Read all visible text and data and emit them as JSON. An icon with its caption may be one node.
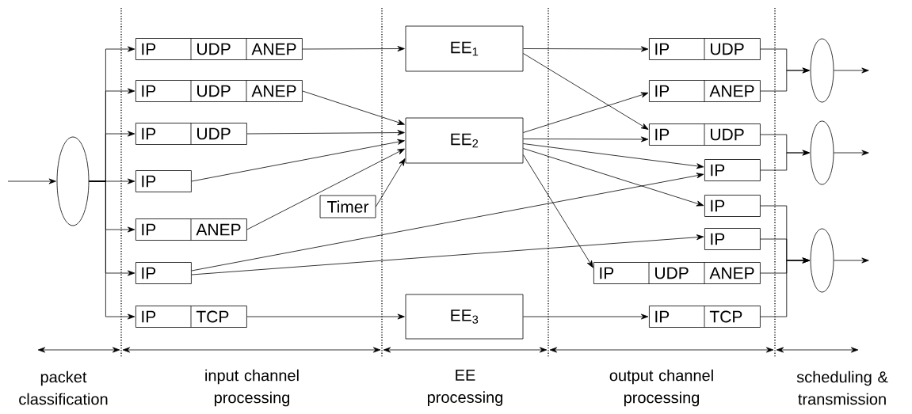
{
  "diagram": {
    "nodes": [
      {
        "text": [],
        "shape": "ellipse"
      },
      {
        "text": [
          "IP",
          "UDP",
          "ANEP"
        ]
      },
      {
        "text": [
          "IP",
          "UDP",
          "ANEP"
        ]
      },
      {
        "text": [
          "IP",
          "UDP"
        ]
      },
      {
        "text": [
          "IP"
        ]
      },
      {
        "text": [
          "IP",
          "ANEP"
        ]
      },
      {
        "text": [
          "IP"
        ]
      },
      {
        "text": [
          "IP",
          "TCP"
        ]
      },
      {
        "text": [
          "Timer"
        ]
      },
      {
        "text": [
          "EE$_{1}$"
        ]
      },
      {
        "text": [
          "EE$_{2}$"
        ]
      },
      {
        "text": [
          "EE$_{3}$"
        ]
      },
      {
        "text": [
          "IP",
          "UDP"
        ]
      },
      {
        "text": [
          "IP",
          "ANEP"
        ]
      },
      {
        "text": [
          "IP",
          "UDP"
        ]
      },
      {
        "text": [
          "IP"
        ]
      },
      {
        "text": [
          "IP"
        ]
      },
      {
        "text": [
          "IP"
        ]
      },
      {
        "text": [
          "IP",
          "UDP",
          "ANEP"
        ]
      },
      {
        "text": [
          "IP",
          "TCP"
        ]
      },
      {
        "text": [],
        "shape": "ellipse"
      },
      {
        "text": [],
        "shape": "ellipse"
      },
      {
        "text": [],
        "shape": "ellipse"
      }
    ],
    "edges": [
      {
        "from": null,
        "to": 0,
        "arrow": "to"
      },
      {
        "from": 0,
        "to": 1,
        "arrow": "to"
      },
      {
        "from": 0,
        "to": 2,
        "arrow": "to"
      },
      {
        "from": 0,
        "to": 3,
        "arrow": "to"
      },
      {
        "from": 0,
        "to": 4,
        "arrow": "to"
      },
      {
        "from": 0,
        "to": 5,
        "arrow": "to"
      },
      {
        "from": 0,
        "to": 6,
        "arrow": "to"
      },
      {
        "from": 0,
        "to": 7,
        "arrow": "to"
      },
      {
        "from": 1,
        "to": 9,
        "arrow": "to"
      },
      {
        "from": 2,
        "to": 10,
        "arrow": "to"
      },
      {
        "from": 3,
        "to": 10,
        "arrow": "to"
      },
      {
        "from": 4,
        "to": 10,
        "arrow": "to"
      },
      {
        "from": 5,
        "to": 10,
        "arrow": "to"
      },
      {
        "from": 8,
        "to": 10,
        "arrow": "to"
      },
      {
        "from": 7,
        "to": 11,
        "arrow": "to"
      },
      {
        "from": 6,
        "to": 15,
        "arrow": "to"
      },
      {
        "from": 6,
        "to": 17,
        "arrow": "to"
      },
      {
        "from": 9,
        "to": 12,
        "arrow": "to"
      },
      {
        "from": 9,
        "to": 14,
        "arrow": "to"
      },
      {
        "from": 10,
        "to": 13,
        "arrow": "to"
      },
      {
        "from": 10,
        "to": 14,
        "arrow": "to"
      },
      {
        "from": 10,
        "to": 15,
        "arrow": "to"
      },
      {
        "from": 10,
        "to": 16,
        "arrow": "to"
      },
      {
        "from": 10,
        "to": 18,
        "arrow": "to"
      },
      {
        "from": 11,
        "to": 19,
        "arrow": "to"
      },
      {
        "from": 12,
        "to": 20,
        "arrow": "to"
      },
      {
        "from": 13,
        "to": 20,
        "arrow": "to"
      },
      {
        "from": 14,
        "to": 21,
        "arrow": "to"
      },
      {
        "from": 15,
        "to": 21,
        "arrow": "to"
      },
      {
        "from": 16,
        "to": 22,
        "arrow": "to"
      },
      {
        "from": 17,
        "to": 22,
        "arrow": "to"
      },
      {
        "from": 18,
        "to": 22,
        "arrow": "to"
      },
      {
        "from": 19,
        "to": 22,
        "arrow": "to"
      },
      {
        "from": 20,
        "to": null,
        "arrow": "to"
      },
      {
        "from": 21,
        "to": null,
        "arrow": "to"
      },
      {
        "from": 22,
        "to": null,
        "arrow": "to"
      }
    ],
    "labels": [
      "packet classification",
      "input channel processing",
      "EE processing",
      "output channel processing",
      "scheduling & transmission"
    ]
  }
}
